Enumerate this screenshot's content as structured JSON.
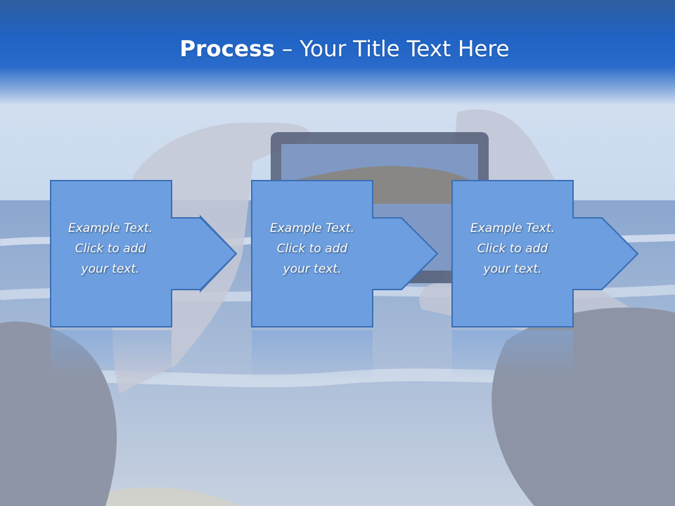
{
  "slide": {
    "title_bold": "Process",
    "title_dash": " – ",
    "title_rest": "Your Title Text Here"
  },
  "steps": [
    {
      "line1": "Example Text.",
      "line2": "Click  to add",
      "line3": "your text."
    },
    {
      "line1": "Example Text.",
      "line2": "Click  to add",
      "line3": "your text."
    },
    {
      "line1": "Example Text.",
      "line2": "Click  to add",
      "line3": "your text."
    }
  ],
  "colors": {
    "header_blue": "#1f63c4",
    "box_fill": "#6d9fe0",
    "box_stroke": "#3c6fb6",
    "text": "#ffffff"
  },
  "icons": {
    "step_arrow": "right-arrow-icon"
  }
}
